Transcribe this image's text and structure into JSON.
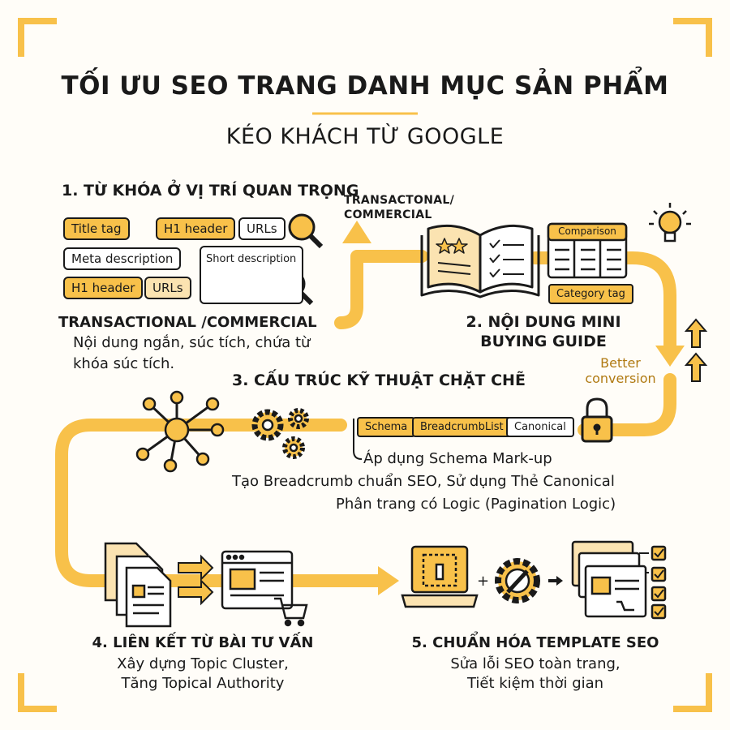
{
  "header": {
    "title": "TỐI ƯU SEO TRANG DANH MỤC SẢN PHẨM",
    "subtitle": "KÉO KHÁCH TỪ GOOGLE"
  },
  "colors": {
    "accent": "#f8c14a",
    "accent_dark": "#e8a91a",
    "light": "#fbe3b1",
    "ink": "#1a1a1a"
  },
  "step1": {
    "heading": "1. TỪ KHÓA Ở VỊ TRÍ QUAN TRỌNG",
    "tags": {
      "title_tag": "Title tag",
      "h1_header_a": "H1 header",
      "urls_a": "URLs",
      "meta_description": "Meta description",
      "short_description": "Short description",
      "h1_header_b": "H1 header",
      "urls_b": "URLs"
    },
    "arrow_label": "TRANSACTONAL/ COMMERCIAL",
    "subheading": "TRANSACTIONAL /COMMERCIAL",
    "body_line1": "Nội dung ngắn, súc tích, chứa từ",
    "body_line2": "khóa súc tích."
  },
  "step2": {
    "heading_line1": "2. NỘI DUNG MINI",
    "heading_line2": "BUYING GUIDE",
    "comparison_label": "Comparison",
    "category_tag": "Category tag",
    "better_line1": "Better",
    "better_line2": "conversion"
  },
  "step3": {
    "heading": "3. CẤU TRÚC KỸ THUẬT CHẶT CHẼ",
    "chips": [
      "Schema",
      "BreadcrumbList",
      "Canonical"
    ],
    "body_line1": "Áp dụng Schema Mark-up",
    "body_line2": "Tạo Breadcrumb chuẩn SEO, Sử dụng Thẻ Canonical",
    "body_line3": "Phân trang có Logic (Pagination Logic)"
  },
  "step4": {
    "heading": "4. LIÊN KẾT TỪ BÀI TƯ VẤN",
    "body_line1": "Xây dựng Topic Cluster,",
    "body_line2": "Tăng Topical Authority"
  },
  "step5": {
    "heading": "5. CHUẨN HÓA TEMPLATE SEO",
    "body_line1": "Sửa lỗi SEO toàn trang,",
    "body_line2": "Tiết kiệm thời gian"
  },
  "icons": [
    "magnifier-icon",
    "open-book-icon",
    "lightbulb-icon",
    "lock-icon",
    "network-hub-icon",
    "gears-icon",
    "documents-icon",
    "browser-window-icon",
    "cart-icon",
    "laptop-icon",
    "wrench-gear-icon",
    "checklist-icon",
    "arrow-up-icon"
  ]
}
